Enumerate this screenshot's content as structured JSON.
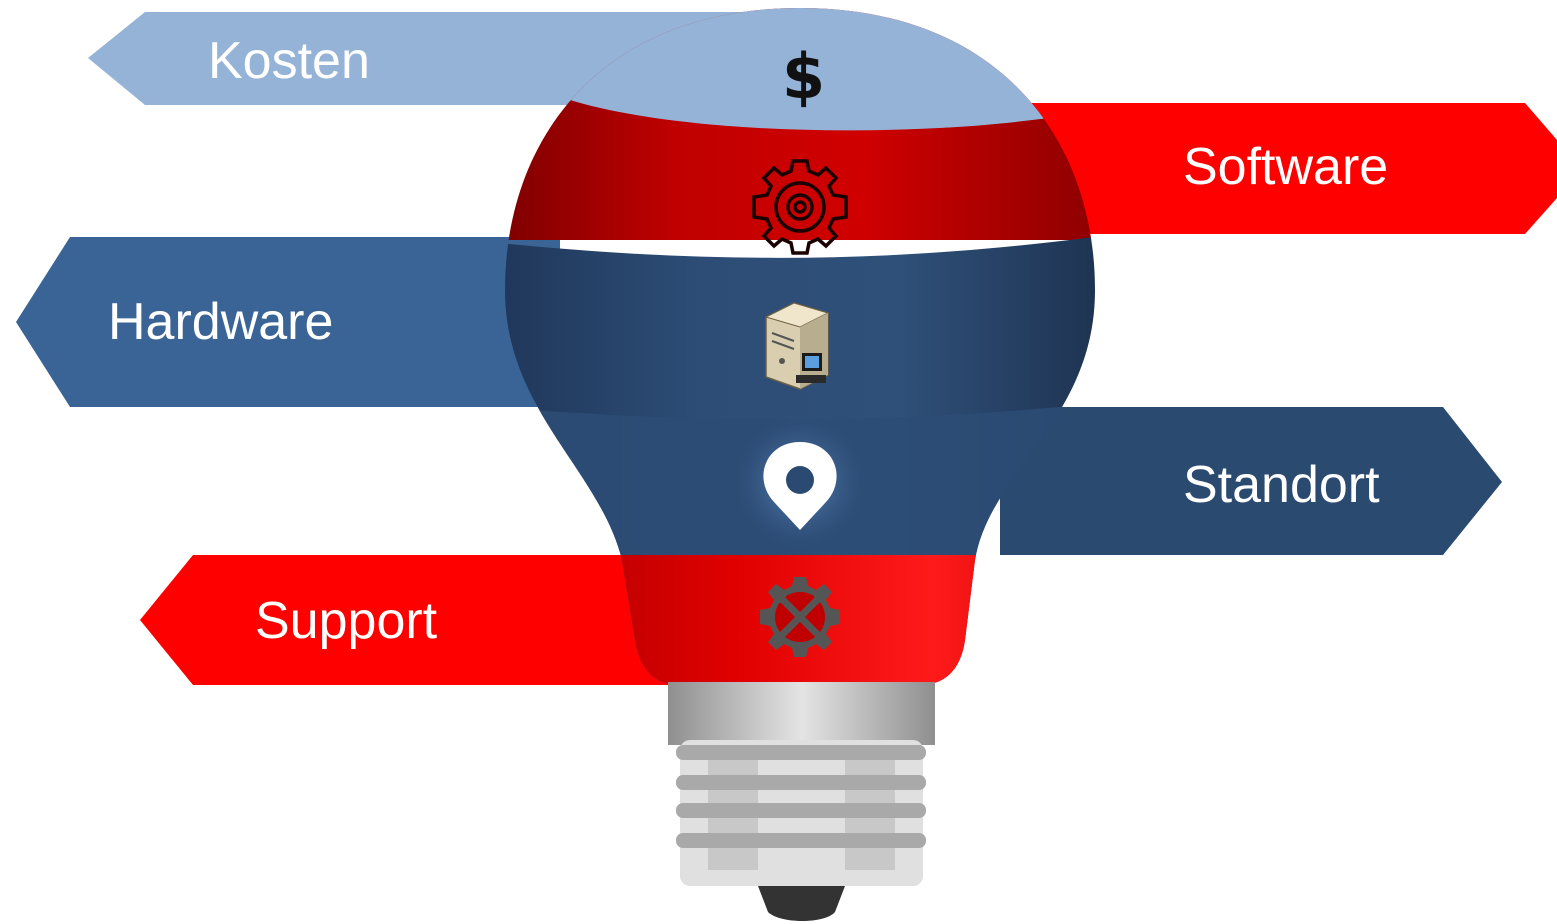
{
  "diagram": {
    "bands": [
      {
        "id": "kosten",
        "label": "Kosten",
        "symbol": "$",
        "icon": "dollar-icon",
        "color": "#95b3d7",
        "direction": "left"
      },
      {
        "id": "software",
        "label": "Software",
        "icon": "gear-icon",
        "color": "#ff0000",
        "direction": "right"
      },
      {
        "id": "hardware",
        "label": "Hardware",
        "icon": "server-computer-icon",
        "color": "#3a6496",
        "direction": "left"
      },
      {
        "id": "standort",
        "label": "Standort",
        "icon": "location-pin-icon",
        "color": "#2a4a70",
        "direction": "right"
      },
      {
        "id": "support",
        "label": "Support",
        "icon": "tools-gear-icon",
        "color": "#ff0000",
        "direction": "left"
      }
    ],
    "bulb_base": {
      "icon": "lightbulb-base-icon",
      "color": "#bdbdbd"
    }
  }
}
